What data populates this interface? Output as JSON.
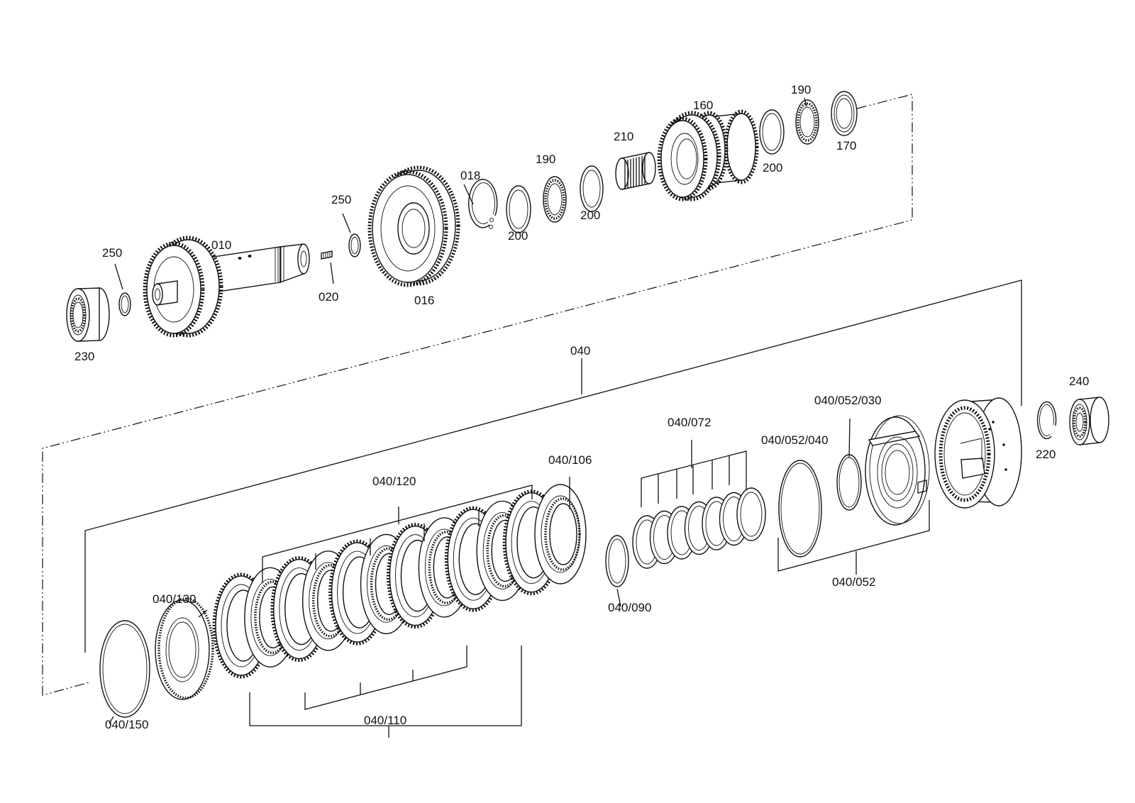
{
  "labels": {
    "l230": "230",
    "l250a": "250",
    "l010": "010",
    "l020": "020",
    "l250b": "250",
    "l016": "016",
    "l018": "018",
    "l200a": "200",
    "l190a": "190",
    "l200b": "200",
    "l210": "210",
    "l160": "160",
    "l200c": "200",
    "l190b": "190",
    "l170": "170",
    "l040": "040",
    "l240": "240",
    "l220": "220",
    "l040_052_030": "040/052/030",
    "l040_052_040": "040/052/040",
    "l040_072": "040/072",
    "l040_052": "040/052",
    "l040_106": "040/106",
    "l040_120": "040/120",
    "l040_090": "040/090",
    "l040_130": "040/130",
    "l040_150": "040/150",
    "l040_110": "040/110"
  }
}
